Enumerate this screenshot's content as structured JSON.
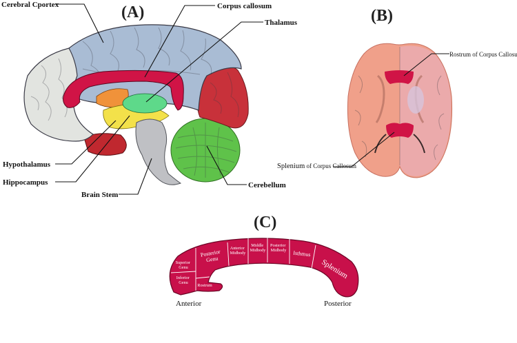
{
  "panels": {
    "a": {
      "letter": "(A)",
      "labels": {
        "cerebral_cortex": "Cerebral Cportex",
        "corpus_callosum": "Corpus callosum",
        "thalamus": "Thalamus",
        "hypothalamus": "Hypothalamus",
        "hippocampus": "Hippocampus",
        "brain_stem": "Brain Stem",
        "cerebellum": "Cerebellum"
      },
      "colors": {
        "cortex_blue": "#a9bcd4",
        "frontal_gray": "#e2e4e0",
        "corpus_callosum": "#d01446",
        "thalamus": "#5ed98a",
        "hypothalamus": "#f3e14a",
        "cerebellum": "#5fc24a",
        "occipital_red": "#c8313a",
        "brain_stem": "#bfc0c4",
        "orange_region": "#f0923a"
      }
    },
    "b": {
      "letter": "(B)",
      "rostrum_label": "Rostrum of Corpus Callosum",
      "splenium_label_main": "Splenium",
      "splenium_label_rest": " of Corpus Callosum"
    },
    "c": {
      "letter": "(C)",
      "segments": {
        "superior_genu": [
          "Superior",
          "Genu"
        ],
        "inferior_genu": [
          "Inferior",
          "Genu"
        ],
        "rostrum": "Rostrum",
        "posterior_genu": [
          "Posterior",
          "Genu"
        ],
        "anterior_midbody": [
          "Anterior",
          "Midbody"
        ],
        "middle_midbody": [
          "Middle",
          "Midbody"
        ],
        "posterior_midbody": [
          "Posterior",
          "Midbody"
        ],
        "isthmus": "Isthmus",
        "splenium": "Splenium"
      },
      "anterior": "Anterior",
      "posterior": "Posterior",
      "color": "#c8104a"
    }
  }
}
